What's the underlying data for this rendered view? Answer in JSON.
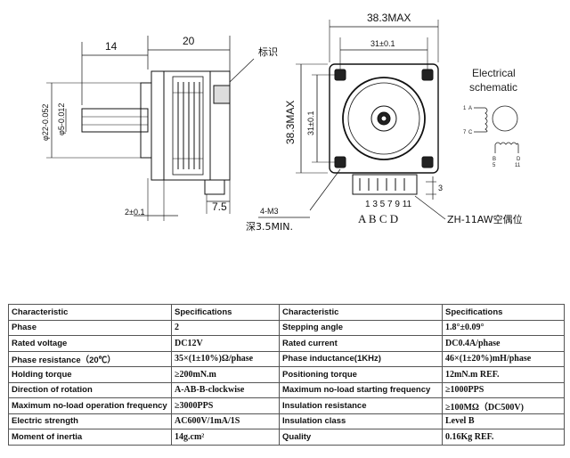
{
  "drawing": {
    "side": {
      "dim_shaft": "14",
      "dim_body": "20",
      "label_tag": "标识",
      "dim_flange": "2±0.1",
      "dim_bottom": "7.5",
      "dim_diam_outer": "φ22-0.052",
      "dim_diam_shaft": "φ5-0.012"
    },
    "front": {
      "dim_width": "38.3MAX",
      "dim_hole_spacing_h": "31±0.1",
      "dim_height": "38.3MAX",
      "dim_hole_spacing_v": "31±0.1",
      "dim_right": "3",
      "screw": "4-M3",
      "screw_depth": "深3.5MIN.",
      "pin_numbers": "1 3 5 7 9 11",
      "pin_letters": "A  B C  D",
      "connector": "ZH-11AW空偶位"
    },
    "schematic": {
      "title_line1": "Electrical",
      "title_line2": "schematic",
      "pins": [
        {
          "num": "1",
          "letter": "A"
        },
        {
          "num": "7",
          "letter": "C"
        },
        {
          "num": "5",
          "letter": "B"
        },
        {
          "num": "11",
          "letter": "D"
        }
      ]
    }
  },
  "table": {
    "headers": [
      "Characteristic",
      "Specifications",
      "Characteristic",
      "Specifications"
    ],
    "rows": [
      [
        "Phase",
        "2",
        "Stepping angle",
        "1.8°±0.09°"
      ],
      [
        "Rated voltage",
        "DC12V",
        "Rated current",
        "DC0.4A/phase"
      ],
      [
        "Phase resistance（20℃）",
        "35×(1±10%)Ω/phase",
        "Phase inductance(1KHz)",
        "46×(1±20%)mH/phase"
      ],
      [
        "Holding torque",
        "≥200mN.m",
        "Positioning torque",
        "12mN.m REF."
      ],
      [
        "Direction of rotation",
        "A-AB-B-clockwise",
        "Maximum no-load starting frequency",
        "≥1000PPS"
      ],
      [
        "Maximum no-load operation frequency",
        "≥3000PPS",
        "Insulation resistance",
        "≥100MΩ（DC500V)"
      ],
      [
        "Electric strength",
        "AC600V/1mA/1S",
        "Insulation class",
        "Level B"
      ],
      [
        "Moment of inertia",
        "14g.cm²",
        "Quality",
        "0.16Kg REF."
      ]
    ]
  }
}
